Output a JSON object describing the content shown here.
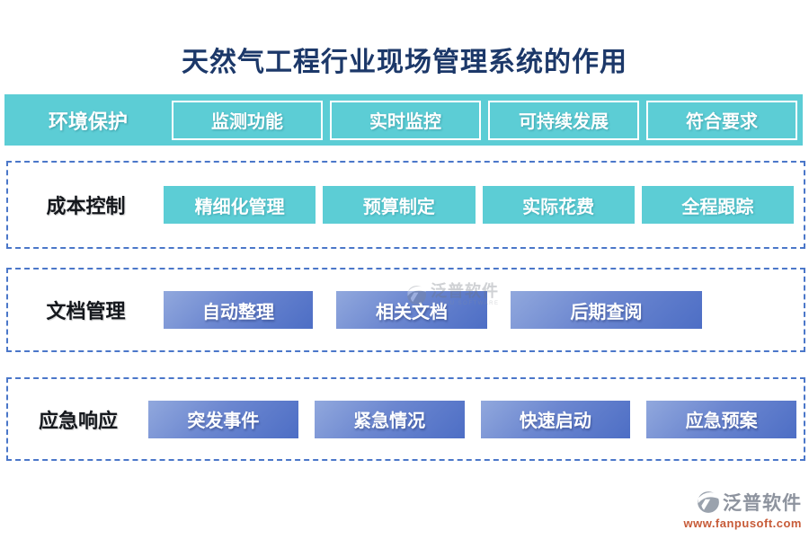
{
  "title": "天然气工程行业现场管理系统的作用",
  "rows": [
    {
      "label": "环境保护",
      "items": [
        "监测功能",
        "实时监控",
        "可持续发展",
        "符合要求"
      ]
    },
    {
      "label": "成本控制",
      "items": [
        "精细化管理",
        "预算制定",
        "实际花费",
        "全程跟踪"
      ]
    },
    {
      "label": "文档管理",
      "items": [
        "自动整理",
        "相关文档",
        "后期查阅"
      ]
    },
    {
      "label": "应急响应",
      "items": [
        "突发事件",
        "紧急情况",
        "快速启动",
        "应急预案"
      ]
    }
  ],
  "watermark": {
    "brand": "泛普软件",
    "brand_subtext": "FANPU SOFTWARE",
    "url": "www.fanpusoft.com"
  },
  "colors": {
    "teal": "#5ccdd5",
    "dashed_border": "#4b77c9",
    "blue_button_start": "#91a8dd",
    "blue_button_end": "#4d6ec5",
    "title_navy": "#1c3869",
    "url_orange": "#c75b38",
    "watermark_gray": "#8d939e"
  }
}
